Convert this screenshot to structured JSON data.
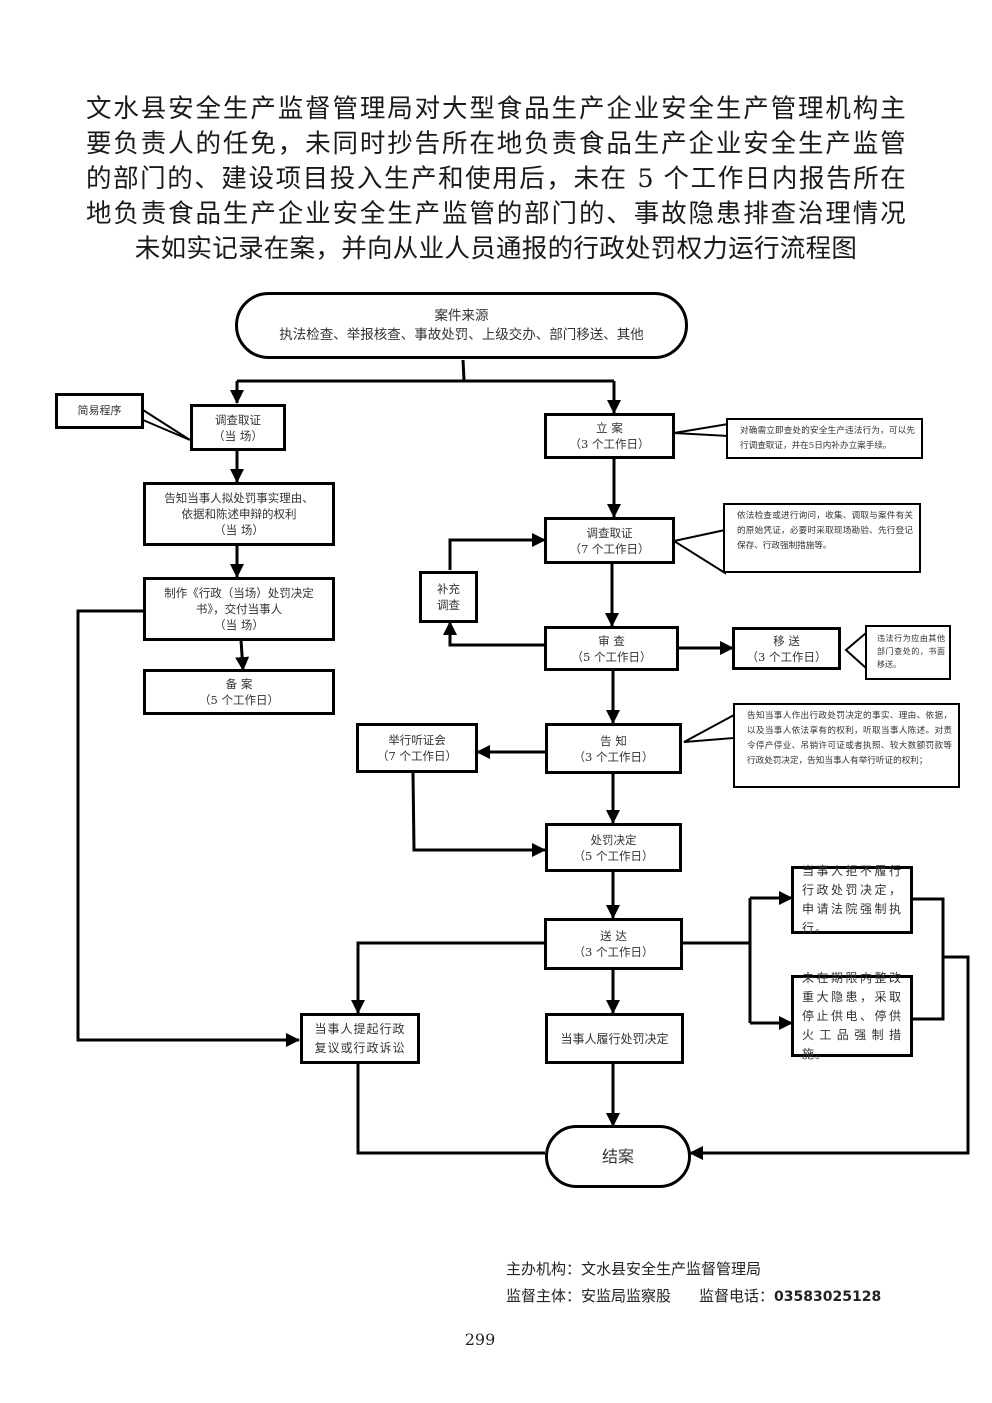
{
  "title": {
    "lines": [
      "文水县安全生产监督管理局对大型食品生产企业安全生产管理机构主",
      "要负责人的任免，未同时抄告所在地负责食品生产企业安全生产监管",
      "的部门的、建设项目投入生产和使用后，未在 5 个工作日内报告所在",
      "地负责食品生产企业安全生产监管的部门的、事故隐患排查治理情况",
      "未如实记录在案，并向从业人员通报的行政处罚权力运行流程图"
    ]
  },
  "flowchart": {
    "source": {
      "title": "案件来源",
      "detail": "执法检查、举报核查、事故处罚、上级交办、部门移送、其他"
    },
    "simple_procedure": {
      "label": "简易程序"
    },
    "simple": {
      "investigate": {
        "line1": "调查取证",
        "line2": "（当  场）"
      },
      "notify": {
        "line1": "告知当事人拟处罚事实理由、",
        "line2": "依据和陈述申辩的权利",
        "line3": "（当      场）"
      },
      "decision": {
        "line1": "制作《行政（当场）处罚决定",
        "line2": "书》，交付当事人",
        "line3": "（当      场）"
      },
      "archive": {
        "line1": "备      案",
        "line2": "（5 个工作日）"
      }
    },
    "general": {
      "register": {
        "line1": "立      案",
        "line2": "（3 个工作日）"
      },
      "investigate": {
        "line1": "调查取证",
        "line2": "（7 个工作日）"
      },
      "supplement": {
        "line1": "补充",
        "line2": "调查"
      },
      "review": {
        "line1": "审      查",
        "line2": "（5 个工作日）"
      },
      "transfer": {
        "line1": "移  送",
        "line2": "（3 个工作日）"
      },
      "notify": {
        "line1": "告      知",
        "line2": "（3 个工作日）"
      },
      "hearing": {
        "line1": "举行听证会",
        "line2": "（7 个工作日）"
      },
      "decision": {
        "line1": "处罚决定",
        "line2": "（5 个工作日）"
      },
      "deliver": {
        "line1": "送      达",
        "line2": "（3 个工作日）"
      },
      "appeal": {
        "line1": "当事人提起行政",
        "line2": "复议或行政诉讼"
      },
      "comply": {
        "label": "当事人履行处罚决定"
      },
      "refuse": {
        "text": "当事人拒不履行行政处罚决定，申请法院强制执行。"
      },
      "enforce": {
        "text": "未在期限内整改重大隐患，采取停止供电、停供火工品强制措施。"
      },
      "end": {
        "label": "结案"
      }
    },
    "notes": {
      "register": "对确需立即查处的安全生产违法行为，可以先行调查取证，并在5日内补办立案手续。",
      "investigate": "依法检查或进行询问，收集、调取与案件有关的原始凭证，必要时采取现场勘验、先行登记保存、行政强制措施等。",
      "transfer": "违法行为应由其他部门查处的，书面移送。",
      "notify": "告知当事人作出行政处罚决定的事实、理由、依据，以及当事人依法享有的权利，听取当事人陈述。对责令停产停业、吊销许可证或者执照、较大数额罚款等行政处罚决定，告知当事人有举行听证的权利；"
    }
  },
  "footer": {
    "org_label": "主办机构：",
    "org_value": "文水县安全生产监督管理局",
    "supervisor_label": "监督主体：",
    "supervisor_value": "安监局监察股",
    "phone_label": "监督电话：",
    "phone_value": "03583025128"
  },
  "page_number": "299"
}
